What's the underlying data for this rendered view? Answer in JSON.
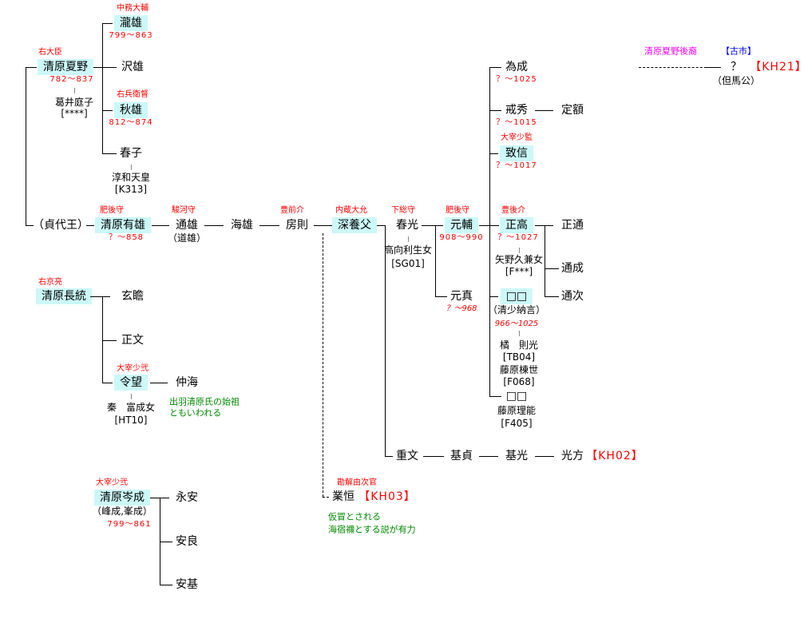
{
  "header": {
    "descendants": "清原夏野後裔",
    "group": "【古市】"
  },
  "unknown": {
    "name": "？",
    "alias": "（但馬公）",
    "ref": "【KH21】"
  },
  "people": {
    "natsuno": {
      "name": "清原夏野",
      "office": "右大臣",
      "dates": "782〜837",
      "spouse": "葛井庭子",
      "spouse_code": "[****]"
    },
    "takio": {
      "name": "瀧雄",
      "office": "中務大輔",
      "dates": "799〜863"
    },
    "sawao": {
      "name": "沢雄"
    },
    "akio": {
      "name": "秋雄",
      "office": "右兵衛督",
      "dates": "812〜874"
    },
    "haruko": {
      "name": "春子",
      "spouse": "淳和天皇",
      "spouse_code": "[K313]"
    },
    "sadayo": {
      "name": "（貞代王）"
    },
    "ario": {
      "name": "清原有雄",
      "office": "肥後守",
      "dates": "？〜858"
    },
    "michio": {
      "name": "通雄",
      "office": "駿河守",
      "alias": "（道雄）"
    },
    "umio": {
      "name": "海雄"
    },
    "fusanori": {
      "name": "房則",
      "office": "豊前介"
    },
    "fukayabu": {
      "name": "深養父",
      "office": "内蔵大允"
    },
    "harumitsu": {
      "name": "春光",
      "office": "下総守",
      "spouse": "高向利生女",
      "spouse_code": "[SG01]"
    },
    "motosuke": {
      "name": "元輔",
      "office": "肥後守",
      "dates": "908〜990"
    },
    "motozane": {
      "name": "元真",
      "dates": "？〜968"
    },
    "tamenari": {
      "name": "為成",
      "dates": "？〜1025"
    },
    "kaishu": {
      "name": "戒秀",
      "dates": "？〜1015"
    },
    "jogaku": {
      "name": "定額"
    },
    "munenobu": {
      "name": "致信",
      "office": "大宰少監",
      "dates": "？〜1017"
    },
    "masataka": {
      "name": "正高",
      "office": "豊後介",
      "dates": "？〜1027",
      "spouse": "矢野久兼女",
      "spouse_code": "[F***]"
    },
    "masamichi": {
      "name": "正通"
    },
    "michinari": {
      "name": "通成"
    },
    "michitsugu": {
      "name": "通次"
    },
    "sei": {
      "name": "□□",
      "alias": "（清少納言）",
      "dates": "966〜1025",
      "spouse": "橘　則光",
      "spouse_code": "[TB04]",
      "spouse2": "藤原棟世",
      "spouse2_code": "[F068]"
    },
    "daughter": {
      "name": "□□",
      "spouse": "藤原理能",
      "spouse_code": "[F405]"
    },
    "shigefumi": {
      "name": "重文"
    },
    "motosada": {
      "name": "基貞"
    },
    "motomitsu": {
      "name": "基光"
    },
    "mitsukata": {
      "name": "光方",
      "ref": "【KH02】"
    },
    "narihisa": {
      "name": "業恒",
      "office": "勘解由次官",
      "ref": "【KH03】",
      "note": [
        "仮冒とされる",
        "海宿禰とする説が有力"
      ]
    },
    "nagamune": {
      "name": "清原長統",
      "office": "右京亮"
    },
    "gensen": {
      "name": "玄瞻"
    },
    "masafumi": {
      "name": "正文"
    },
    "yoshimochi": {
      "name": "令望",
      "office": "大宰少弐",
      "spouse": "秦　富成女",
      "spouse_code": "[HT10]",
      "note": [
        "出羽清原氏の始祖",
        "ともいわれる"
      ]
    },
    "nakami": {
      "name": "仲海"
    },
    "minenari": {
      "name": "清原岑成",
      "office": "大宰少弐",
      "alias": "（峰成,峯成）",
      "dates": "799〜861"
    },
    "eian": {
      "name": "永安"
    },
    "anryo": {
      "name": "安良"
    },
    "anki": {
      "name": "安基"
    }
  }
}
